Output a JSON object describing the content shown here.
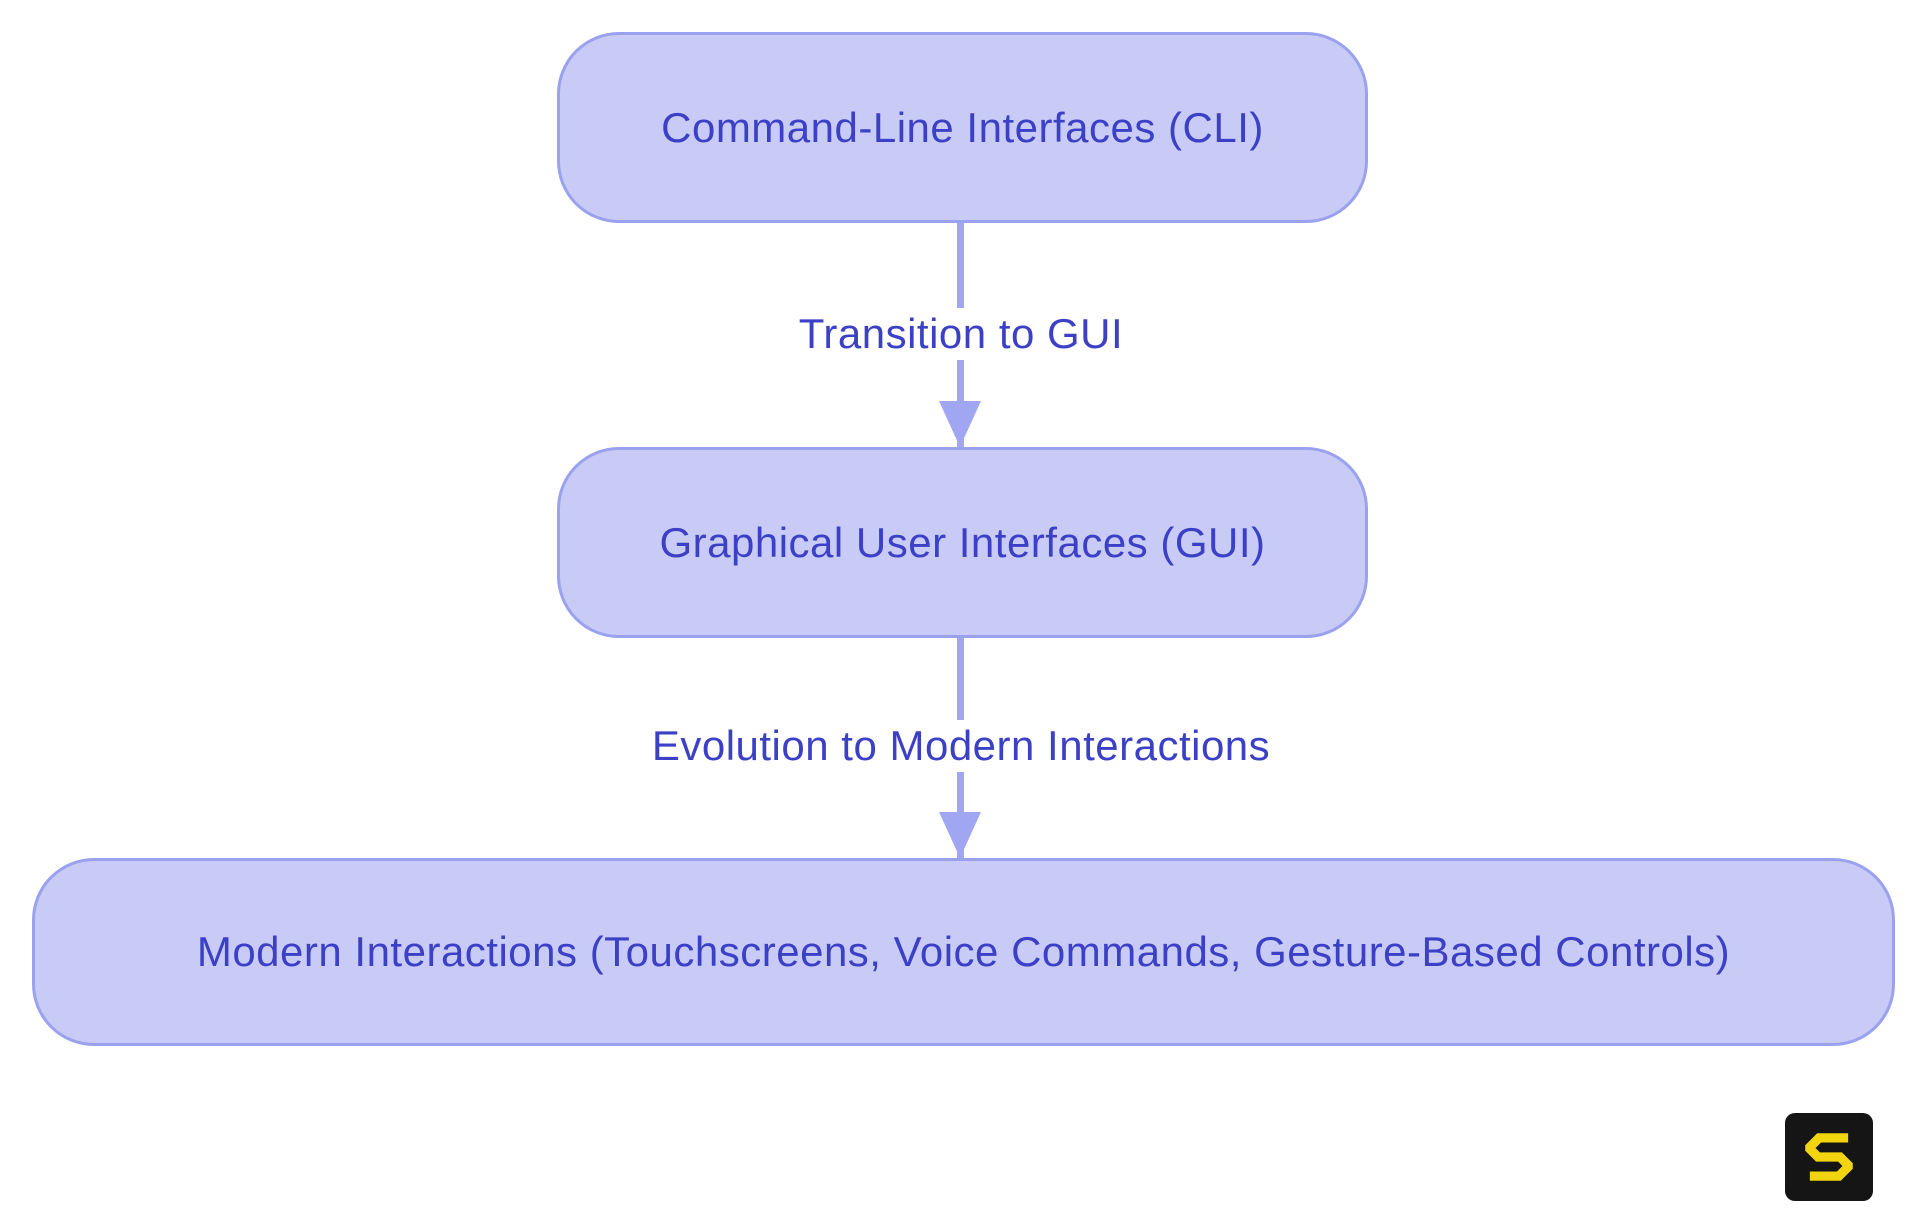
{
  "diagram": {
    "title": "Evolution of user interfaces flowchart",
    "nodes": [
      {
        "id": "cli",
        "label": "Command-Line Interfaces (CLI)"
      },
      {
        "id": "gui",
        "label": "Graphical User Interfaces (GUI)"
      },
      {
        "id": "modern",
        "label": "Modern Interactions (Touchscreens, Voice Commands, Gesture-Based Controls)"
      }
    ],
    "edges": [
      {
        "from": "cli",
        "to": "gui",
        "label": "Transition to GUI"
      },
      {
        "from": "gui",
        "to": "modern",
        "label": "Evolution to Modern Interactions"
      }
    ],
    "colors": {
      "background": "#ffffff",
      "node_fill": "#c8cbf5",
      "node_border": "#9aa1ee",
      "node_text": "#3c40c6",
      "arrow": "#a0a6f2",
      "edge_label_text": "#3c40c6",
      "logo_background": "#151515",
      "logo_glyph": "#f2d50f"
    },
    "logo": {
      "name": "s-logo",
      "glyph": "S"
    }
  }
}
